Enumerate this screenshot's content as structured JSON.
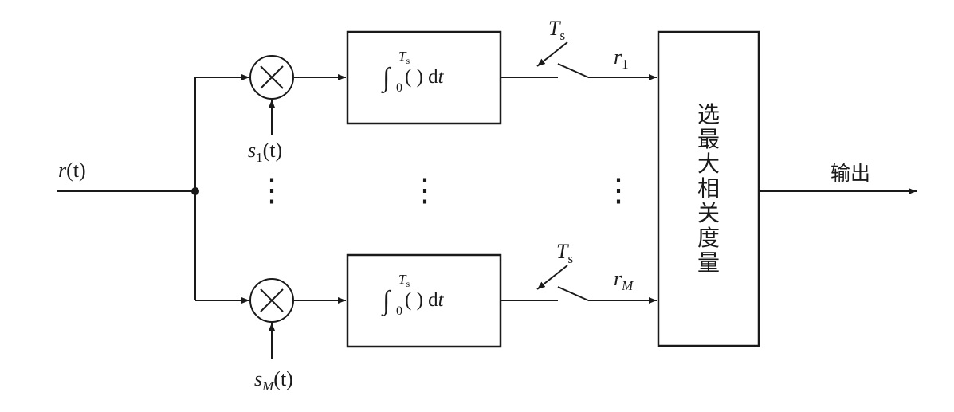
{
  "input_label": {
    "base": "r",
    "paren": "(t)"
  },
  "output_label": "输出",
  "branches": [
    {
      "ref_signal": {
        "base": "s",
        "sub": "1",
        "paren": "(t)"
      },
      "integrator": {
        "upper_base": "T",
        "upper_sub": "s",
        "lower": "0",
        "body": "( ) d",
        "var": "t"
      },
      "sampler": {
        "base": "T",
        "sub": "s"
      },
      "output": {
        "base": "r",
        "sub": "1"
      }
    },
    {
      "ref_signal": {
        "base": "s",
        "sub": "M",
        "paren": "(t)"
      },
      "integrator": {
        "upper_base": "T",
        "upper_sub": "s",
        "lower": "0",
        "body": "( ) d",
        "var": "t"
      },
      "sampler": {
        "base": "T",
        "sub": "s"
      },
      "output": {
        "base": "r",
        "sub": "M"
      }
    }
  ],
  "selector_label": [
    "选",
    "最",
    "大",
    "相",
    "关",
    "度",
    "量"
  ],
  "ellipsis": "⋮"
}
